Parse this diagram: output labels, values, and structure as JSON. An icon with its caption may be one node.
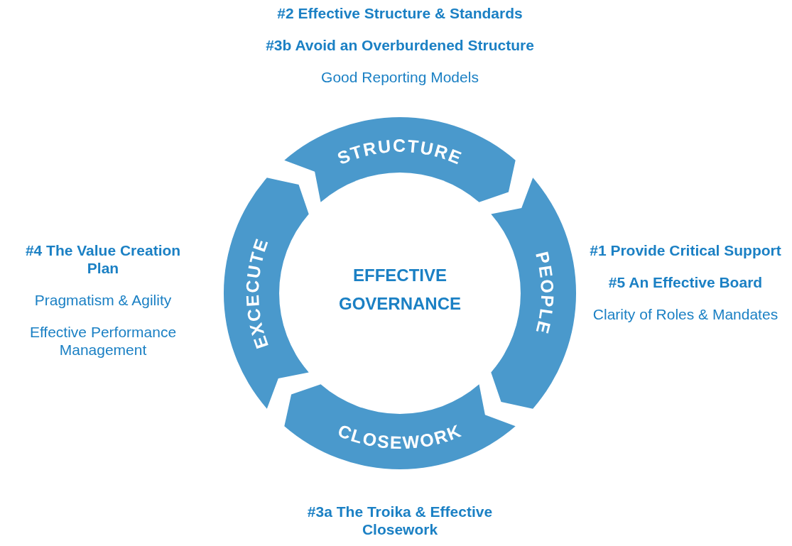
{
  "diagram": {
    "nodes": [
      {
        "text": [
          "STRUCTURE"
        ],
        "beside": [
          "#2 Effective Structure & Standards",
          "#3b Avoid an Overburdened Structure",
          "Good Reporting Models"
        ]
      },
      {
        "text": [
          "PEOPLE"
        ],
        "beside": [
          "#1 Provide Critical Support",
          "#5 An Effective Board",
          "Clarity of Roles & Mandates"
        ]
      },
      {
        "text": [
          "CLOSEWORK"
        ],
        "beside": [
          "#3a The Troika & Effective Closework"
        ]
      },
      {
        "text": [
          "EXCECUTE"
        ],
        "beside": [
          "#4 The Value Creation Plan",
          "Pragmatism & Agility",
          "Effective Performance Management"
        ]
      }
    ],
    "edges": [],
    "labels": [
      "EFFECTIVE GOVERNANCE"
    ]
  }
}
